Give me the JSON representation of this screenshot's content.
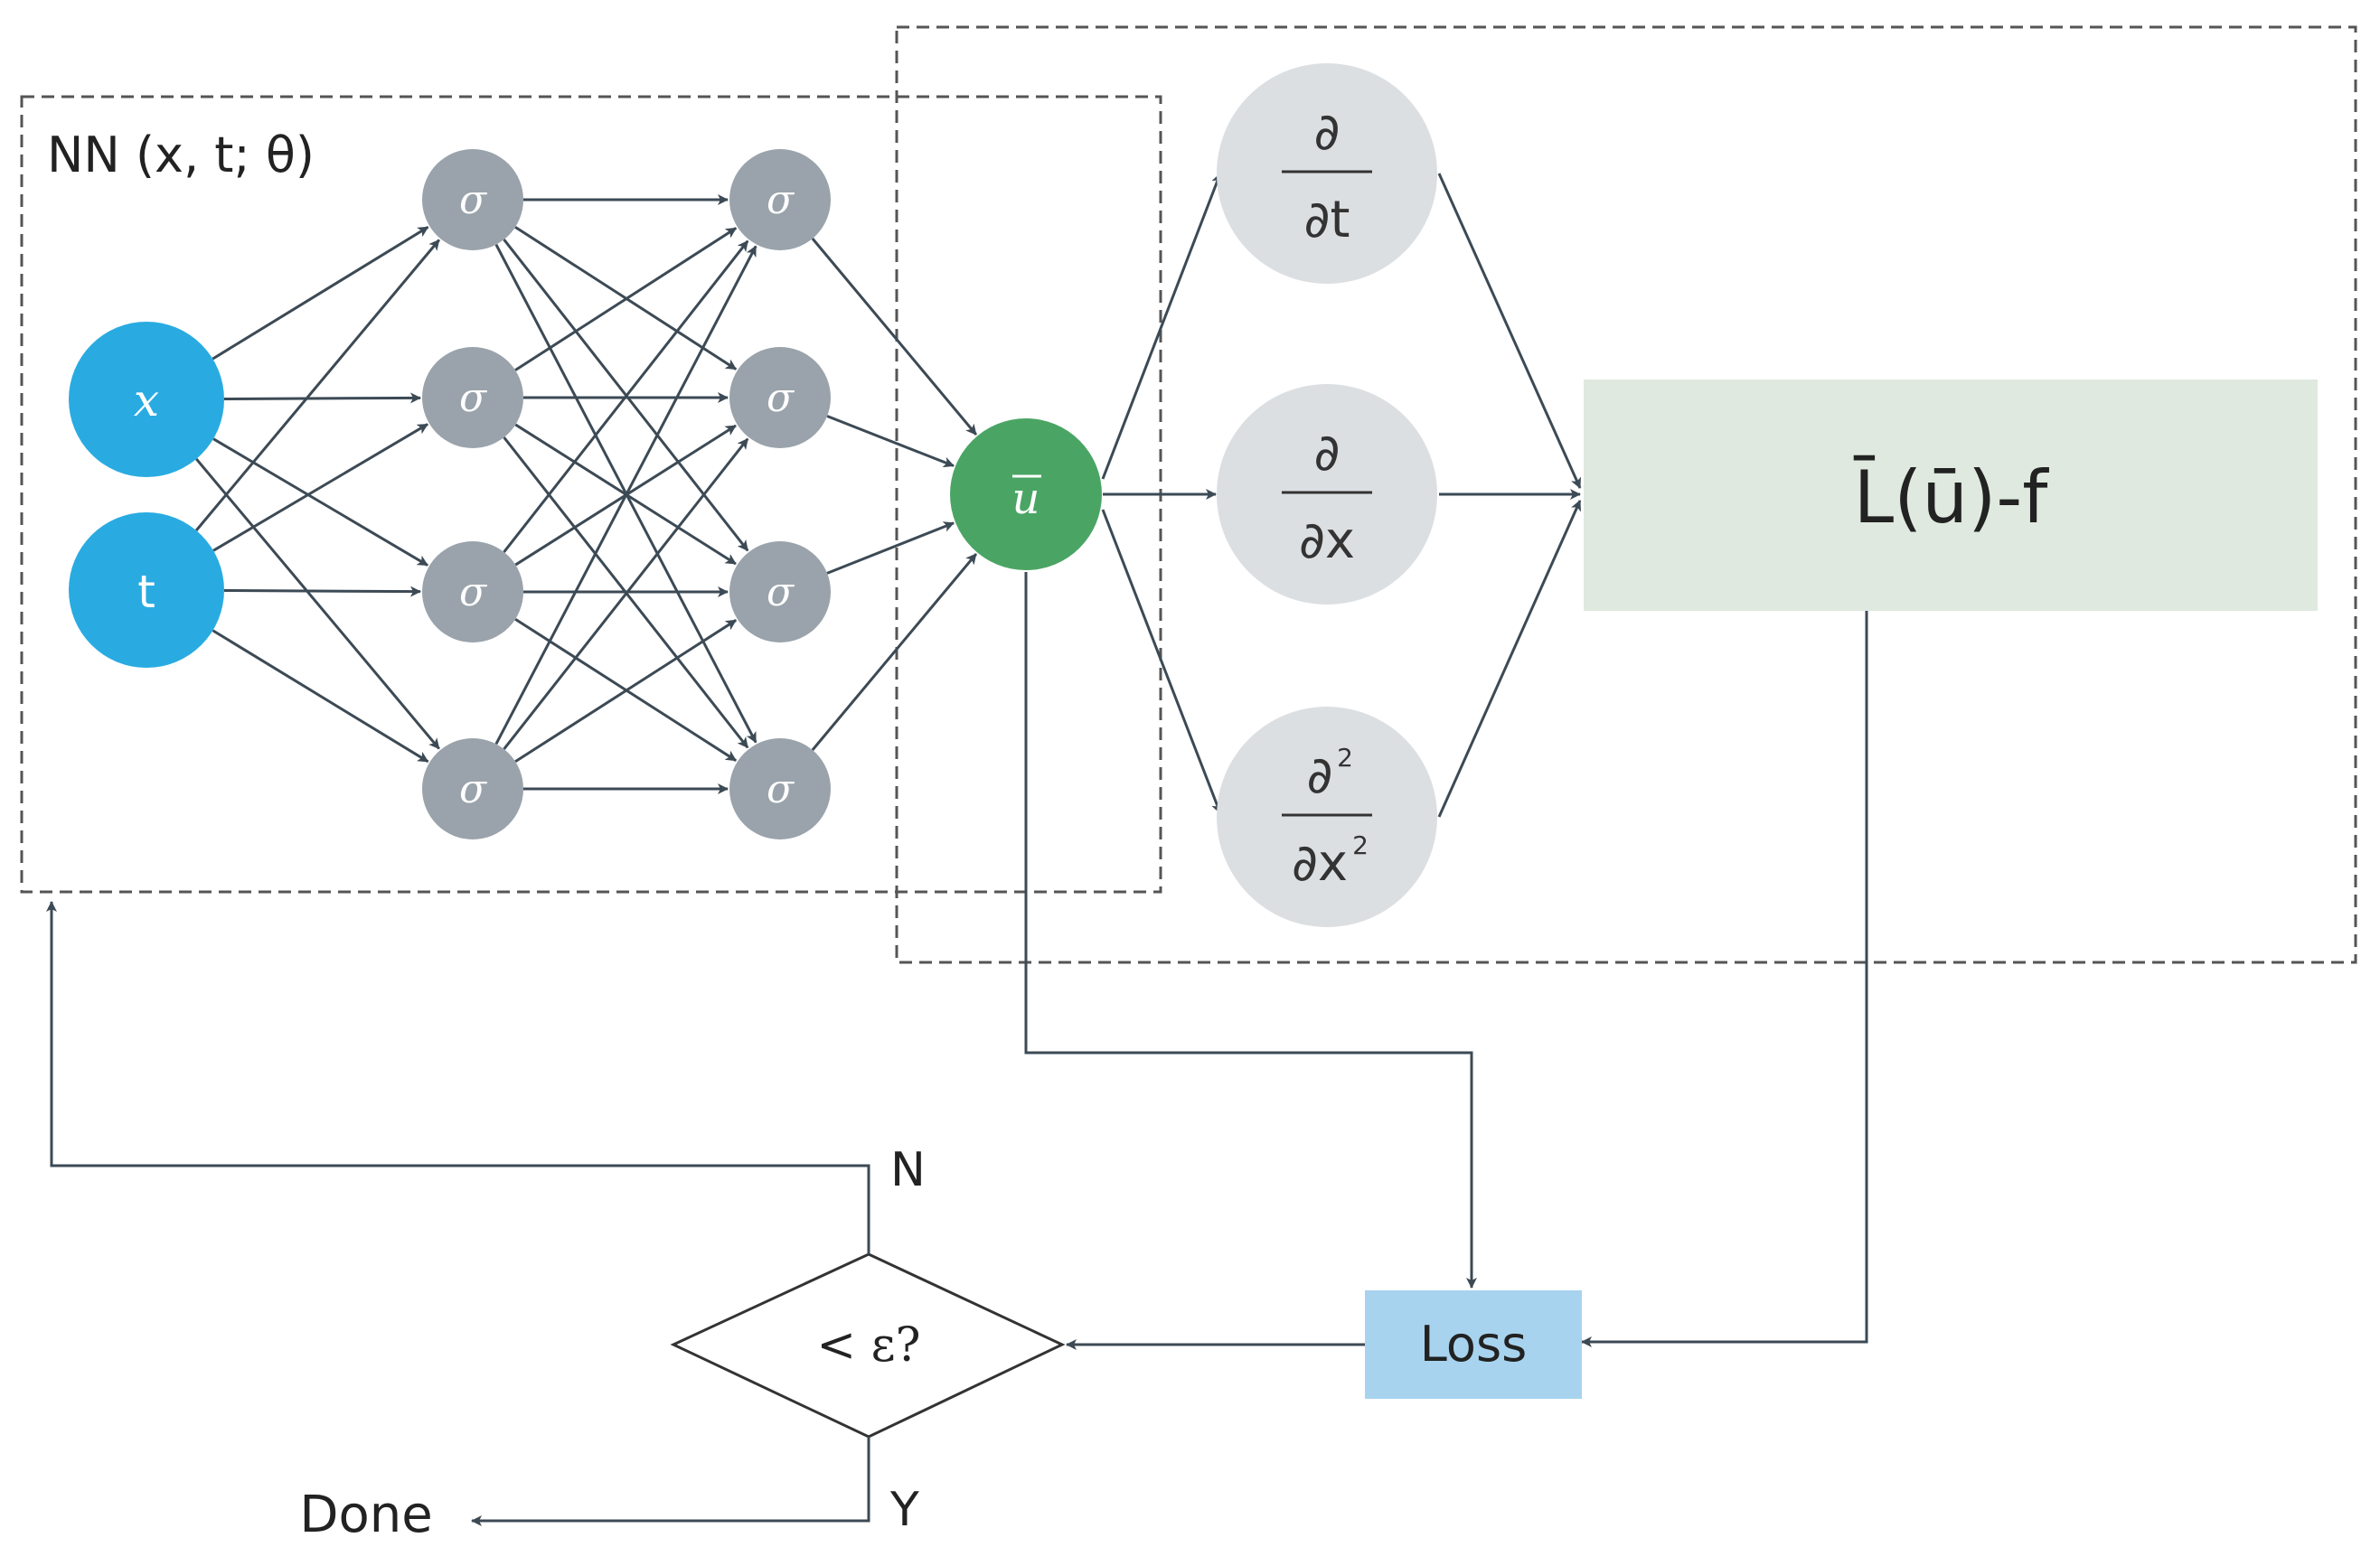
{
  "nn_box": {
    "label": "NN (x, t; θ)"
  },
  "inputs": [
    {
      "id": "x",
      "label": "x"
    },
    {
      "id": "t",
      "label": "t"
    }
  ],
  "hidden_layers": [
    {
      "neurons": [
        "σ",
        "σ",
        "σ",
        "σ"
      ]
    },
    {
      "neurons": [
        "σ",
        "σ",
        "σ",
        "σ"
      ]
    }
  ],
  "output": {
    "label": "u",
    "overline": true
  },
  "derivatives": [
    {
      "id": "dt",
      "numerator": "∂",
      "denominator": "∂t"
    },
    {
      "id": "dx",
      "numerator": "∂",
      "denominator": "∂x"
    },
    {
      "id": "dxx",
      "numerator": "∂",
      "numerator_sup": "2",
      "denominator": "∂x",
      "denominator_sup": "2"
    }
  ],
  "operator_box": {
    "label": "L̄(ū)-f"
  },
  "loss_box": {
    "label": "Loss"
  },
  "decision": {
    "label": "< ε?"
  },
  "branch_no": "N",
  "branch_yes": "Y",
  "done_label": "Done",
  "colors": {
    "input_blue": "#29abe2",
    "hidden_gray": "#9aa3ab",
    "output_green": "#4aa564",
    "derivative_gray": "#dcdfe2",
    "operator_green": "#dfe9df",
    "loss_blue": "#a7d3ee",
    "edge": "#3c4a55",
    "dashed": "#555555"
  }
}
